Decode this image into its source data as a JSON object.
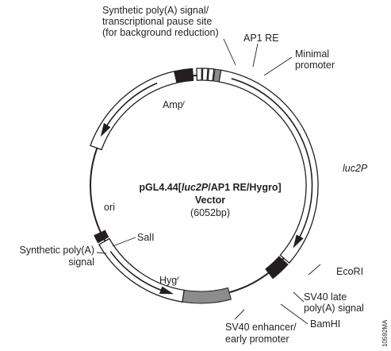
{
  "vector": {
    "name_prefix": "pGL4.44[",
    "name_gene": "luc2P",
    "name_suffix": "/AP1 RE/Hygro]",
    "name_line2": "Vector",
    "size": "(6052bp)"
  },
  "labels": {
    "synthetic_polya_pause_1": "Synthetic poly(A) signal/",
    "synthetic_polya_pause_2": "transcriptional pause site",
    "synthetic_polya_pause_3": "(for background reduction)",
    "ap1_re": "AP1 RE",
    "minimal_promoter_1": "Minimal",
    "minimal_promoter_2": "promoter",
    "amp_base": "Amp",
    "amp_sup": "r",
    "luc2p": "luc2P",
    "ori": "ori",
    "sali": "SalI",
    "synthetic_polya_1": "Synthetic poly(A)",
    "synthetic_polya_2": "signal",
    "hyg_base": "Hyg",
    "hyg_sup": "r",
    "ecori": "EcoRI",
    "sv40_late_1": "SV40 late",
    "sv40_late_2": "poly(A) signal",
    "bamhi": "BamHI",
    "sv40_enh_1": "SV40 enhancer/",
    "sv40_enh_2": "early promoter",
    "catalog_code": "10592MA"
  },
  "colors": {
    "ink": "#231f20",
    "promoter_gray": "#8c8c8c",
    "background": "#ffffff"
  }
}
